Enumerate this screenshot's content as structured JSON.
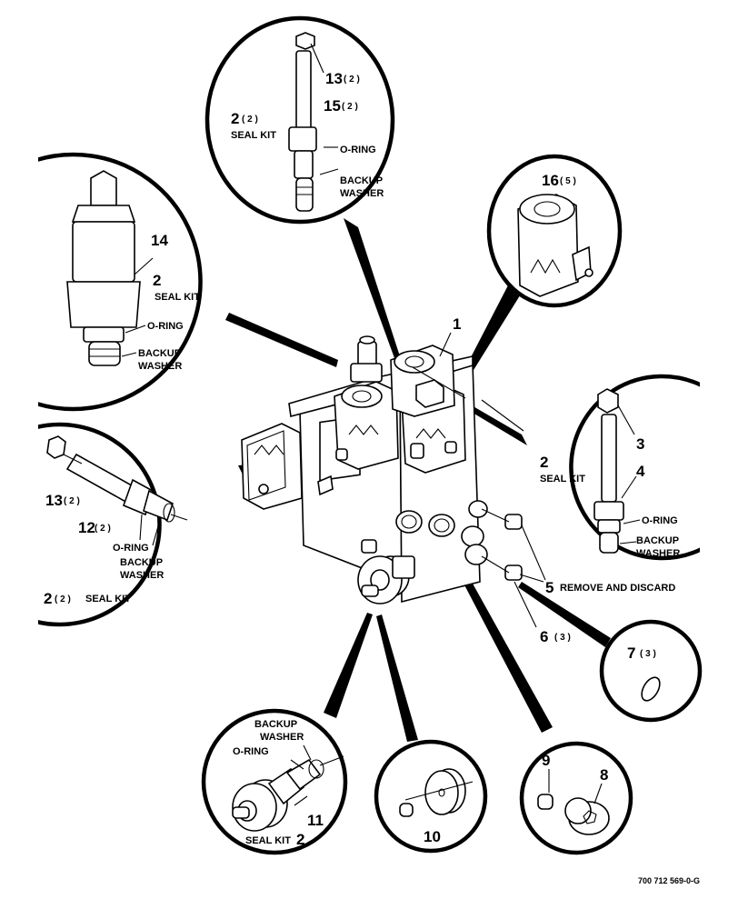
{
  "callouts": {
    "c1": "1",
    "c3": "3",
    "c4": "4",
    "c5": "5",
    "c5_note": "REMOVE AND DISCARD",
    "c6": "6",
    "c6_qty": "( 3 )",
    "c7": "7",
    "c7_qty": "( 3 )",
    "c8": "8",
    "c9": "9",
    "c10": "10",
    "c11": "11",
    "c12": "12",
    "c12_qty": "( 2 )",
    "c13_top": "13",
    "c13_top_qty": "( 2 )",
    "c13_left": "13",
    "c13_left_qty": "( 2 )",
    "c14": "14",
    "c15": "15",
    "c15_qty": "( 2 )",
    "c16": "16",
    "c16_qty": "( 5 )"
  },
  "labels": {
    "seal_kit": "SEAL KIT",
    "o_ring": "O-RING",
    "backup": "BACKUP",
    "washer": "WASHER",
    "two": "2",
    "two_qty": "( 2 )"
  },
  "figure_number": "700 712 569-0-G"
}
